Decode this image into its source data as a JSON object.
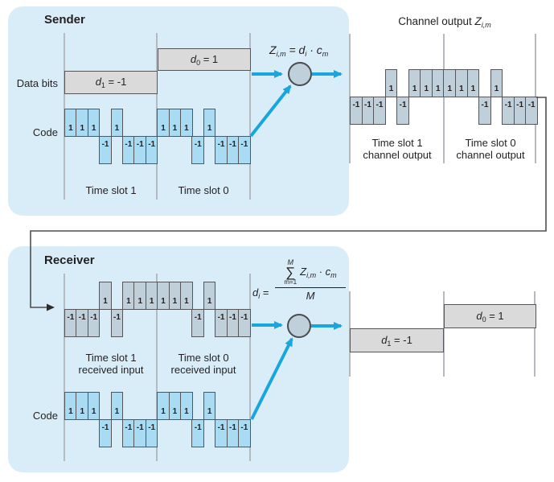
{
  "colors": {
    "panel_bg": "#d9edf9",
    "code_chip_fill": "#a9dcf3",
    "signal_chip_fill": "#bfd0da",
    "databit_fill": "#dadada",
    "chip_border": "#54565a",
    "arrow_blue": "#19a6df",
    "tick": "#b4bac0",
    "text": "#231f20",
    "connector": "#4d4e50"
  },
  "sender": {
    "title": "Sender",
    "data_bits_label": "Data bits",
    "code_label": "Code",
    "slot1_label": "Time slot 1",
    "slot0_label": "Time slot 0",
    "d1": {
      "base": "d",
      "sub": "1",
      "rest": " = -1"
    },
    "d0": {
      "base": "d",
      "sub": "0",
      "rest": " = 1"
    },
    "formula": {
      "z_base": "Z",
      "z_sub": "i,m",
      "eq": " = ",
      "d_base": "d",
      "d_sub": "i",
      "dot": " · ",
      "c_base": "c",
      "c_sub": "m"
    }
  },
  "channel": {
    "title_prefix": "Channel output ",
    "title_base": "Z",
    "title_sub": "i,m",
    "slot1_line1": "Time slot 1",
    "slot1_line2": "channel output",
    "slot0_line1": "Time slot 0",
    "slot0_line2": "channel output"
  },
  "receiver": {
    "title": "Receiver",
    "code_label": "Code",
    "slot1_line1": "Time slot 1",
    "slot1_line2": "received input",
    "slot0_line1": "Time slot 0",
    "slot0_line2": "received input",
    "formula": {
      "lhs_base": "d",
      "lhs_sub": "i",
      "eq": " = ",
      "sum_top": "M",
      "sigma": "∑",
      "sum_bottom": "m=1",
      "z_base": "Z",
      "z_sub": "i,m",
      "dot": " · ",
      "c_base": "c",
      "c_sub": "m",
      "den": "M"
    },
    "d1": {
      "base": "d",
      "sub": "1",
      "rest": " = -1"
    },
    "d0": {
      "base": "d",
      "sub": "0",
      "rest": " = 1"
    }
  },
  "waveforms": {
    "sender_code": {
      "chips": [
        1,
        1,
        1,
        -1,
        1,
        -1,
        -1,
        -1,
        1,
        1,
        1,
        -1,
        1,
        -1,
        -1,
        -1
      ]
    },
    "channel_output": {
      "chips": [
        -1,
        -1,
        -1,
        1,
        -1,
        1,
        1,
        1,
        1,
        1,
        1,
        -1,
        1,
        -1,
        -1,
        -1
      ]
    },
    "receiver_input": {
      "chips": [
        -1,
        -1,
        -1,
        1,
        -1,
        1,
        1,
        1,
        1,
        1,
        1,
        -1,
        1,
        -1,
        -1,
        -1
      ]
    },
    "receiver_code": {
      "chips": [
        1,
        1,
        1,
        -1,
        1,
        -1,
        -1,
        -1,
        1,
        1,
        1,
        -1,
        1,
        -1,
        -1,
        -1
      ]
    }
  }
}
